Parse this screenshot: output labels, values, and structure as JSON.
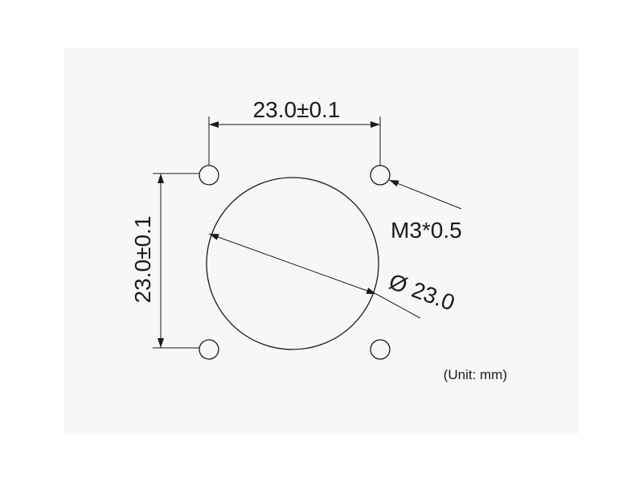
{
  "drawing": {
    "horizontal_dimension": "23.0±0.1",
    "vertical_dimension": "23.0±0.1",
    "screw_callout": "M3*0.5",
    "diameter_symbol": "Ø",
    "diameter_value": "23.0",
    "unit_note": "(Unit: mm)"
  },
  "colors": {
    "background": "#f7f7f7",
    "line": "#1a1a1a"
  }
}
